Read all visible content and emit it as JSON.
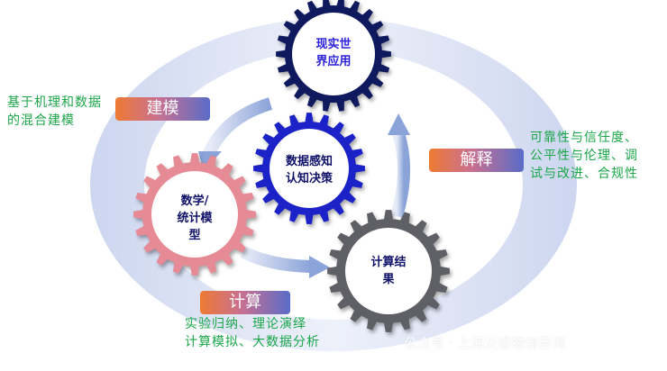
{
  "gears": [
    {
      "id": "real-world",
      "label": "现实世界应用",
      "lines": [
        "现实世",
        "界应用"
      ],
      "color": "#0f1a5e",
      "text_color": "#2b22d9"
    },
    {
      "id": "data-perception",
      "label": "数据感知认知决策",
      "lines": [
        "数据感知",
        "认知决策"
      ],
      "color": "#1a22c8",
      "text_color": "#10126a"
    },
    {
      "id": "math-model",
      "label": "数学/统计模型",
      "lines": [
        "数学/",
        "统计模",
        "型"
      ],
      "color": "#e68a95",
      "text_color": "#10126a"
    },
    {
      "id": "compute-result",
      "label": "计算结果",
      "lines": [
        "计算结",
        "果"
      ],
      "color": "#5f5f66",
      "text_color": "#10126a"
    }
  ],
  "tags": {
    "modeling": "建模",
    "explain": "解释",
    "compute": "计算"
  },
  "notes": {
    "modeling": [
      "基于机理和数据",
      "的混合建模"
    ],
    "explain": [
      "可靠性与信任度、",
      "公平性与伦理、调",
      "试与改进、合规性"
    ],
    "compute": [
      "实验归纳、理论演绎",
      "计算模拟、大数据分析"
    ]
  },
  "watermark": "公众号 · 上海天睿物流咨询",
  "colors": {
    "tag_start": "#ee7a33",
    "tag_end": "#5a6cc8",
    "note": "#1ca64a",
    "ring": "#dfe5f5"
  }
}
